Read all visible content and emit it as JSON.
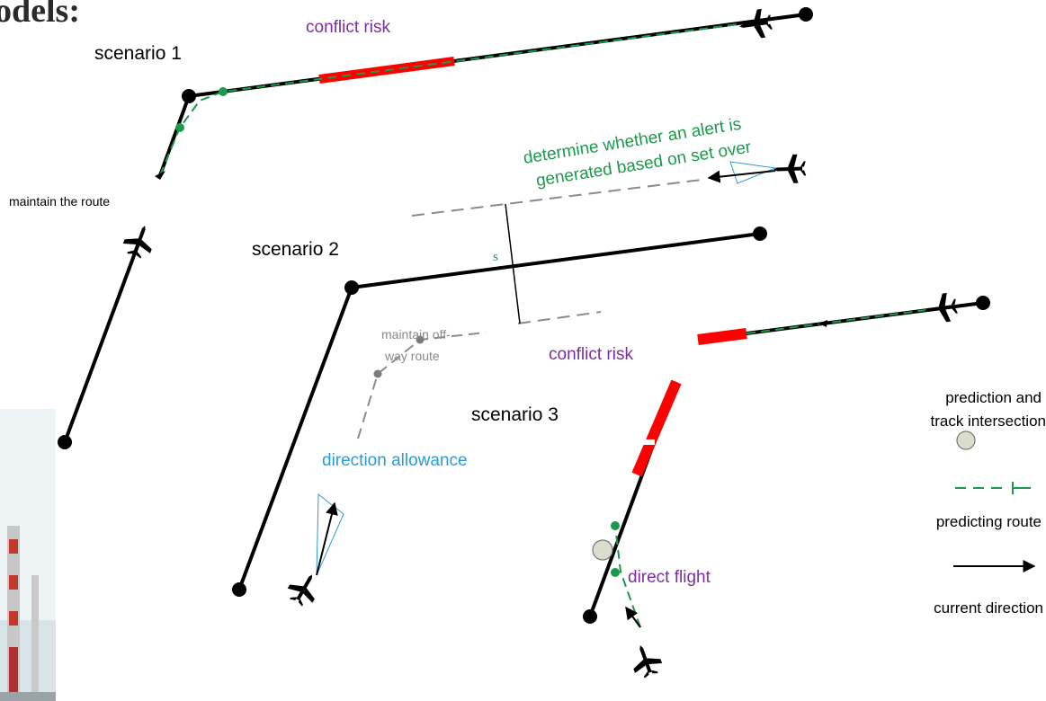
{
  "header": {
    "title_fragment": "odels:"
  },
  "colors": {
    "route": "#000000",
    "conflict": "#ff0000",
    "prediction": "#1a9a4a",
    "direction_text": "#2b9bd6",
    "purple_text": "#7a2fa0",
    "gray": "#8a8a8a",
    "intersection_fill": "#dcdccc"
  },
  "scenarios": {
    "s1": {
      "label": "scenario 1",
      "conflict_label": "conflict risk",
      "maintain_label": "maintain the route"
    },
    "s2": {
      "label": "scenario 2",
      "alert_label_line1": "determine whether an alert is",
      "alert_label_line2": "generated based on set over",
      "offset_label": "s",
      "offroute_line1": "maintain off-",
      "offroute_line2": "way route",
      "direction_label": "direction allowance"
    },
    "s3": {
      "label": "scenario 3",
      "conflict_label": "conflict risk",
      "direct_label": "direct flight"
    }
  },
  "legend": {
    "intersection_line1": "prediction and",
    "intersection_line2": "track intersection",
    "predicting_route": "predicting route",
    "current_direction": "current direction"
  },
  "icons": [
    "aircraft-icon",
    "route-end-dot-icon",
    "direction-arrow-icon"
  ]
}
